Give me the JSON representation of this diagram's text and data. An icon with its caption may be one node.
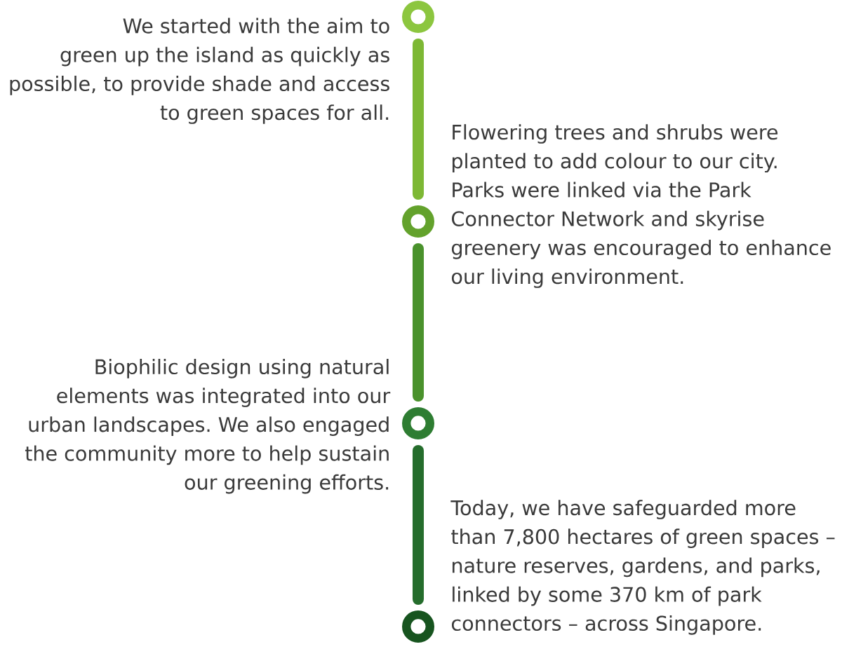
{
  "diagram": {
    "nodes": [
      {
        "text": [],
        "shape": "circle",
        "beside": [
          "We started with the aim to green up the island as quickly as possible, to provide shade and access to green spaces for all."
        ]
      },
      {
        "text": [],
        "shape": "circle",
        "beside": [
          "Flowering trees and shrubs were planted to add colour to our city. Parks were linked via the Park Connector Network and skyrise greenery was encouraged to enhance our living environment."
        ]
      },
      {
        "text": [],
        "shape": "circle",
        "beside": [
          "Biophilic design using natural elements was integrated into our urban landscapes. We also engaged the community more to help sustain our greening efforts."
        ]
      },
      {
        "text": [],
        "shape": "circle",
        "beside": [
          "Today, we have safeguarded more than 7,800 hectares of green spaces – nature reserves, gardens, and parks, linked by some 370 km of park connectors – across Singapore."
        ]
      }
    ],
    "edges": [
      {
        "from": 0,
        "to": 1,
        "arrow": "none",
        "color": "#7db834"
      },
      {
        "from": 1,
        "to": 2,
        "arrow": "none",
        "color": "#4a922c"
      },
      {
        "from": 2,
        "to": 3,
        "arrow": "none",
        "color": "#256d2c"
      }
    ]
  }
}
